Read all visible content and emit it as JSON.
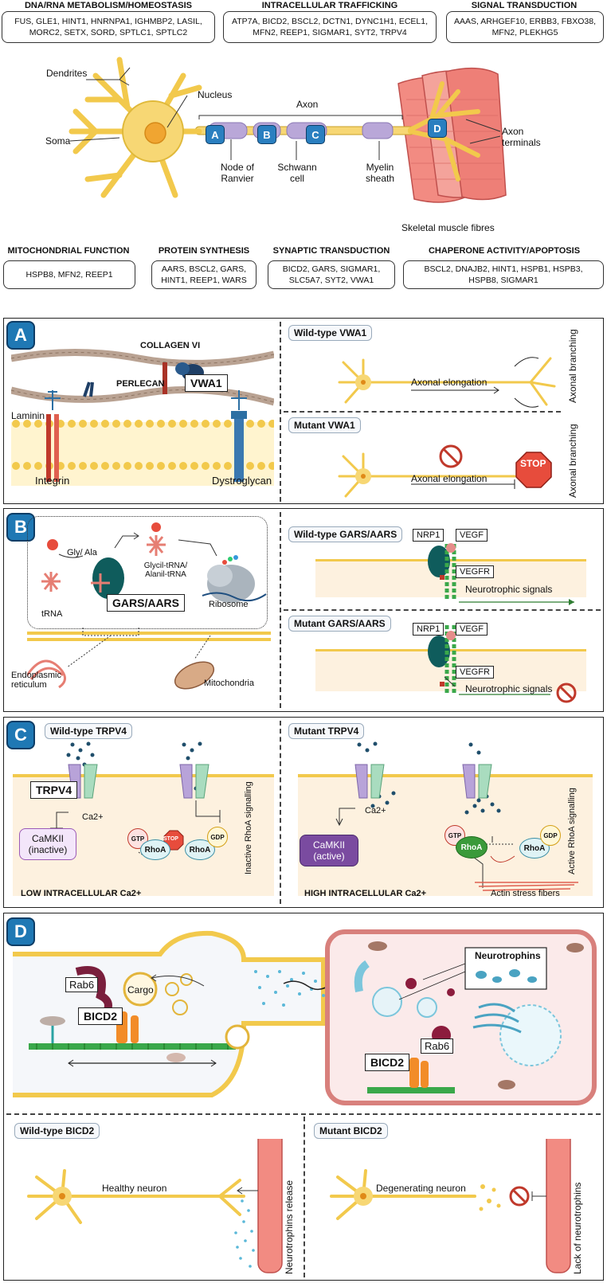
{
  "categories": {
    "dna": {
      "title": "DNA/RNA METABOLISM/HOMEOSTASIS",
      "genes": "FUS, GLE1, HINT1,  HNRNPA1, IGHMBP2, LASIL, MORC2, SETX, SORD, SPTLC1, SPTLC2"
    },
    "trafficking": {
      "title": "INTRACELLULAR TRAFFICKING",
      "genes": "ATP7A, BICD2, BSCL2, DCTN1, DYNC1H1, ECEL1, MFN2, REEP1, SIGMAR1,  SYT2, TRPV4"
    },
    "signal": {
      "title": "SIGNAL TRANSDUCTION",
      "genes": "AAAS, ARHGEF10, ERBB3, FBXO38, MFN2, PLEKHG5"
    },
    "mito": {
      "title": "MITOCHONDRIAL FUNCTION",
      "genes": "HSPB8, MFN2, REEP1"
    },
    "protein": {
      "title": "PROTEIN SYNTHESIS",
      "genes": "AARS, BSCL2, GARS, HINT1, REEP1, WARS"
    },
    "synaptic": {
      "title": "SYNAPTIC TRANSDUCTION",
      "genes": "BICD2, GARS, SIGMAR1, SLC5A7, SYT2, VWA1"
    },
    "chaperone": {
      "title": "CHAPERONE ACTIVITY/APOPTOSIS",
      "genes": "BSCL2, DNAJB2, HINT1, HSPB1, HSPB3, HSPB8, SIGMAR1"
    }
  },
  "neuron": {
    "dendrites": "Dendrites",
    "nucleus": "Nucleus",
    "soma": "Soma",
    "axon": "Axon",
    "node": "Node of Ranvier",
    "schwann": "Schwann cell",
    "myelin": "Myelin sheath",
    "terminals": "Axon terminals",
    "muscle": "Skeletal muscle fibres",
    "markers": [
      "A",
      "B",
      "C",
      "D"
    ]
  },
  "panelA": {
    "letter": "A",
    "collagen": "COLLAGEN VI",
    "perlecan": "PERLECAN",
    "vwa1": "VWA1",
    "laminin": "Laminin",
    "integrin": "Integrin",
    "dystroglycan": "Dystroglycan",
    "wt_title": "Wild-type VWA1",
    "wt_elong": "Axonal elongation",
    "wt_branch": "Axonal branching",
    "mut_title": "Mutant VWA1",
    "mut_elong": "Axonal elongation",
    "mut_branch": "Axonal branching",
    "stop": "STOP"
  },
  "panelB": {
    "letter": "B",
    "gly": "Gly/ Ala",
    "trna": "tRNA",
    "charged": "Glycil-tRNA/ Alanil-tRNA",
    "enzyme": "GARS/AARS",
    "ribosome": "Ribosome",
    "er": "Endoplasmic reticulum",
    "mito": "Mitochondria",
    "wt_title": "Wild-type GARS/AARS",
    "mut_title": "Mutant GARS/AARS",
    "nrp1": "NRP1",
    "vegf": "VEGF",
    "vegfr": "VEGFR",
    "signals": "Neurotrophic signals"
  },
  "panelC": {
    "letter": "C",
    "wt_title": "Wild-type TRPV4",
    "mut_title": "Mutant TRPV4",
    "trpv4": "TRPV4",
    "ca": "Ca2+",
    "camk_inactive": "CaMKII (inactive)",
    "camk_active": "CaMKII (active)",
    "gtp": "GTP",
    "gdp": "GDP",
    "rhoa": "RhoA",
    "stop": "STOP",
    "inactive_rhoa": "Inactive RhoA signalling",
    "active_rhoa": "Active RhoA signalling",
    "low": "LOW INTRACELLULAR Ca2+",
    "high": "HIGH INTRACELLULAR Ca2+",
    "actin": "Actin stress fibers"
  },
  "panelD": {
    "letter": "D",
    "rab6": "Rab6",
    "cargo": "Cargo",
    "bicd2": "BICD2",
    "neurotrophins": "Neurotrophins",
    "wt_title": "Wild-type BICD2",
    "healthy": "Healthy neuron",
    "release": "Neurotrophins release",
    "mut_title": "Mutant BICD2",
    "degen": "Degenerating neuron",
    "lack": "Lack of neurotrophins"
  }
}
